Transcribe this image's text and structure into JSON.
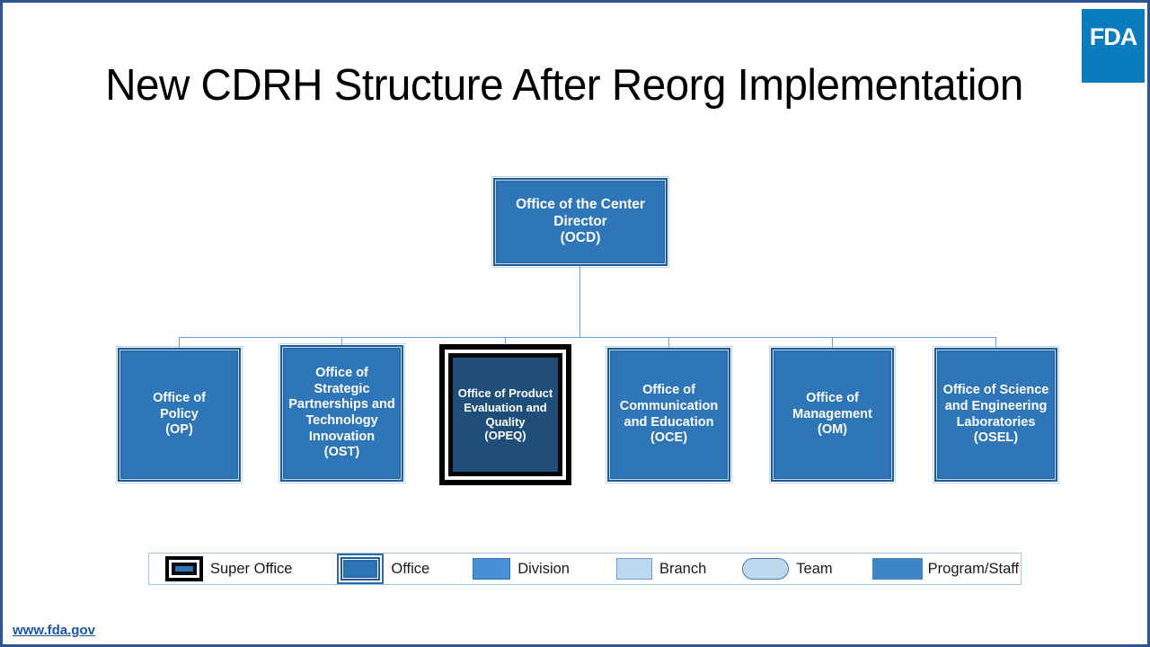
{
  "slide": {
    "title": "New CDRH Structure After Reorg Implementation",
    "background_color": "#ffffff",
    "frame_color": "#2e5395"
  },
  "logo": {
    "name": "fda-logo",
    "text": "FDA",
    "background_color": "#0a7cbd",
    "text_color": "#ffffff"
  },
  "org_chart": {
    "root": {
      "id": "ocd",
      "label": "Office of the Center\nDirector\n(OCD)",
      "lines": [
        "Office of the Center",
        "Director",
        "(OCD)"
      ],
      "type": "office",
      "fill_color": "#2e76b8"
    },
    "children": [
      {
        "id": "op",
        "label": "Office of\nPolicy\n(OP)",
        "lines": [
          "Office of",
          "Policy",
          "(OP)"
        ],
        "type": "office",
        "fill_color": "#2e76b8"
      },
      {
        "id": "ost",
        "label": "Office of\nStrategic\nPartnerships and\nTechnology\nInnovation\n(OST)",
        "lines": [
          "Office of",
          "Strategic",
          "Partnerships and",
          "Technology",
          "Innovation",
          "(OST)"
        ],
        "type": "office",
        "fill_color": "#2e76b8"
      },
      {
        "id": "opeq",
        "label": "Office of Product\nEvaluation and\nQuality\n(OPEQ)",
        "lines": [
          "Office of Product",
          "Evaluation and",
          "Quality",
          "(OPEQ)"
        ],
        "type": "super-office",
        "fill_color": "#1f4e79"
      },
      {
        "id": "oce",
        "label": "Office of\nCommunication\nand Education\n(OCE)",
        "lines": [
          "Office of",
          "Communication",
          "and Education",
          "(OCE)"
        ],
        "type": "office",
        "fill_color": "#2e76b8"
      },
      {
        "id": "om",
        "label": "Office of\nManagement\n(OM)",
        "lines": [
          "Office of",
          "Management",
          "(OM)"
        ],
        "type": "office",
        "fill_color": "#2e76b8"
      },
      {
        "id": "osel",
        "label": "Office of Science\nand Engineering\nLaboratories\n(OSEL)",
        "lines": [
          "Office of Science",
          "and Engineering",
          "Laboratories",
          "(OSEL)"
        ],
        "type": "office",
        "fill_color": "#2e76b8"
      }
    ],
    "connector_color": "#6f9fd0"
  },
  "legend": {
    "border_color": "#9dc3e6",
    "items": [
      {
        "key": "super-office",
        "label": "Super Office",
        "color": "#2e76b8",
        "shape": "rect-black-frame"
      },
      {
        "key": "office",
        "label": "Office",
        "color": "#2e76b8",
        "shape": "rect-double-frame"
      },
      {
        "key": "division",
        "label": "Division",
        "color": "#4a90d9",
        "shape": "rect"
      },
      {
        "key": "branch",
        "label": "Branch",
        "color": "#bdd7ee",
        "shape": "rect"
      },
      {
        "key": "team",
        "label": "Team",
        "color": "#bdd7ee",
        "shape": "pill"
      },
      {
        "key": "program-staff",
        "label": "Program/Staff",
        "color": "#3d86c6",
        "shape": "rect-plain"
      }
    ]
  },
  "footer": {
    "link_text": "www.fda.gov",
    "link_color": "#1a56a8"
  }
}
